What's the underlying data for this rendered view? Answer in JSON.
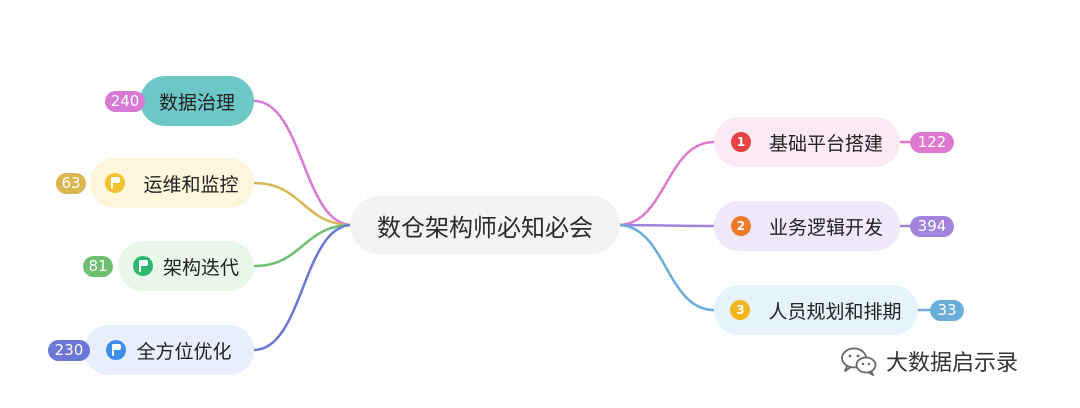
{
  "root": {
    "label": "数仓架构师必知必会"
  },
  "left": [
    {
      "label": "数据治理",
      "badge": "240",
      "color": "#d67ad4",
      "bg": "#6cc7c6",
      "marker": "none",
      "marker_color": ""
    },
    {
      "label": "运维和监控",
      "badge": "63",
      "color": "#d9b64f",
      "bg": "#fdf6dc",
      "marker": "flag",
      "marker_color": "#f2c230"
    },
    {
      "label": "架构迭代",
      "badge": "81",
      "color": "#6fbf72",
      "bg": "#e9f6ea",
      "marker": "flag",
      "marker_color": "#2db872"
    },
    {
      "label": "全方位优化",
      "badge": "230",
      "color": "#6b77d6",
      "bg": "#e9eefc",
      "marker": "flag",
      "marker_color": "#3e8ef0"
    }
  ],
  "right": [
    {
      "label": "基础平台搭建",
      "badge": "122",
      "number": "1",
      "color": "#df79d0",
      "bg": "#fbe9f4",
      "num_color": "#e84148"
    },
    {
      "label": "业务逻辑开发",
      "badge": "394",
      "number": "2",
      "color": "#a283db",
      "bg": "#efe8fb",
      "num_color": "#ef7a27"
    },
    {
      "label": "人员规划和排期",
      "badge": "33",
      "number": "3",
      "color": "#6aaddb",
      "bg": "#e6f3fb",
      "num_color": "#f3b51c"
    }
  ],
  "watermark": {
    "text": "大数据启示录",
    "icon": "wechat-icon"
  }
}
